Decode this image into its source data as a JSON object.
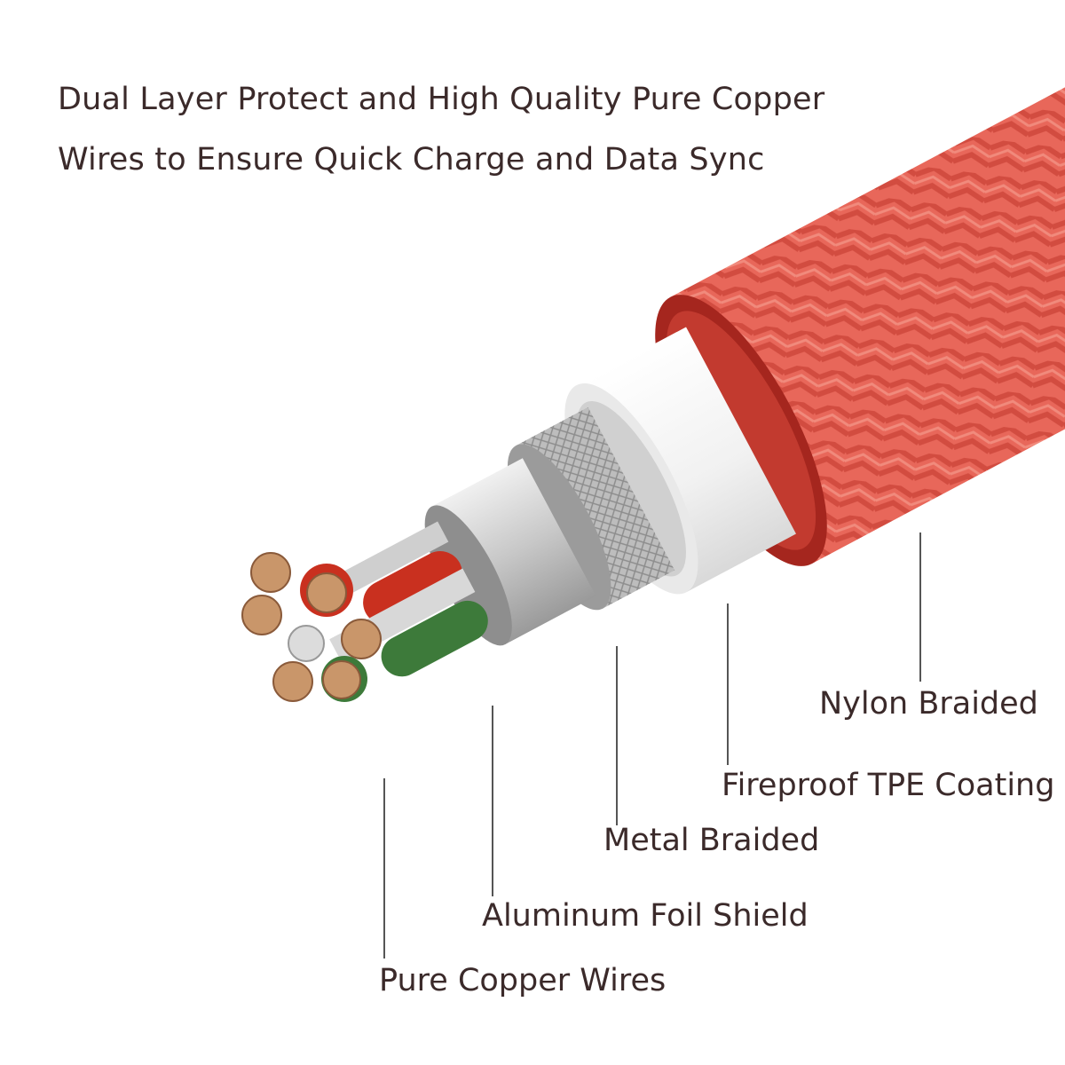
{
  "heading": {
    "line1": "Dual Layer Protect and High Quality Pure Copper",
    "line2": "Wires to Ensure Quick Charge and Data Sync"
  },
  "labels": {
    "nylon": "Nylon Braided",
    "tpe": "Fireproof TPE Coating",
    "metal": "Metal Braided",
    "foil": "Aluminum Foil Shield",
    "copper": "Pure Copper Wires"
  },
  "colors": {
    "nylon": "#e8675a",
    "nylon_edge": "#a5261e",
    "tpe": "#f4f4f4",
    "metal": "#b9b9b9",
    "foil": "#d6d6d6",
    "copper": "#c9966a",
    "red_wire": "#c9301f",
    "green_wire": "#3d7a3a"
  }
}
